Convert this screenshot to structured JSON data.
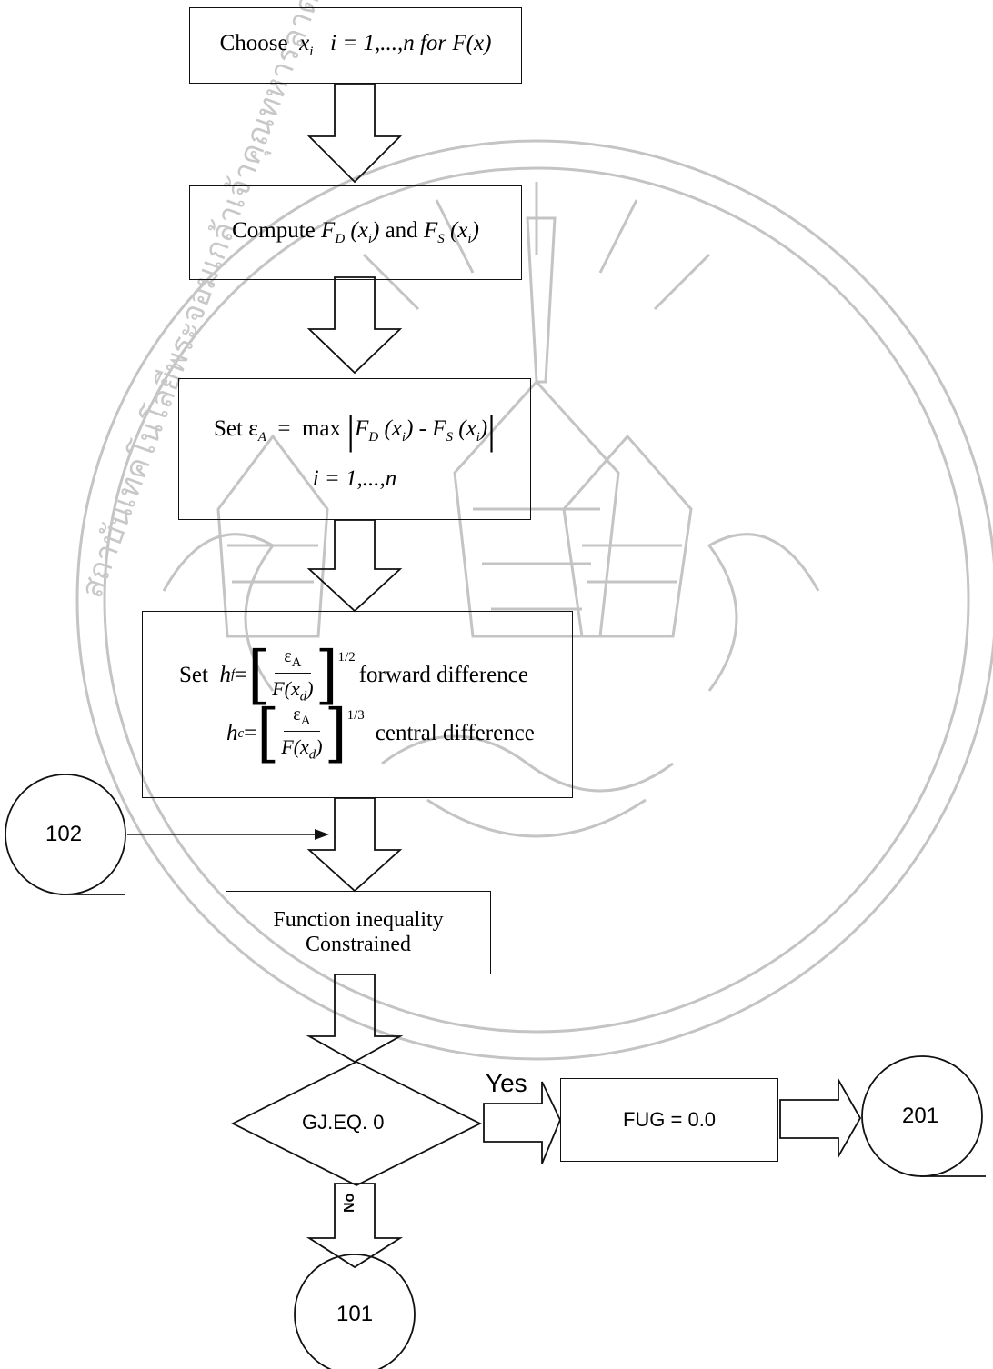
{
  "nodes": {
    "choose": {
      "prefix": "Choose",
      "var": "x",
      "sub": "i",
      "range": "i = 1,...,n for",
      "func": "F(x)"
    },
    "compute": {
      "prefix": "Compute",
      "fd": "F",
      "fd_sub": "D",
      "fd_arg": "(x",
      "fd_arg_sub": "i",
      "close": ")",
      "and": "and",
      "fs": "F",
      "fs_sub": "S"
    },
    "set_eps": {
      "prefix": "Set",
      "eps": "ε",
      "eps_sub": "A",
      "eq": "=",
      "max": "max",
      "diff_left": "F",
      "diff_left_sub": "D",
      "minus": "-",
      "diff_right": "F",
      "diff_right_sub": "S",
      "arg": "(x",
      "arg_sub": "i",
      "range": "i = 1,...,n"
    },
    "set_h": {
      "prefix": "Set",
      "hf": "h",
      "hf_sub": "f",
      "hc": "h",
      "hc_sub": "c",
      "num": "ε",
      "num_sub": "A",
      "den": "F(x",
      "den_sub": "d",
      "den_close": ")",
      "exp_f": "1/2",
      "exp_c": "1/3",
      "label_f": "forward difference",
      "label_c": "central difference"
    },
    "function": {
      "line1": "Function inequality",
      "line2": "Constrained"
    },
    "decision": {
      "label": "GJ.EQ. 0"
    },
    "fug": {
      "label": "FUG = 0.0"
    }
  },
  "connectors": {
    "c102": "102",
    "c201": "201",
    "c101": "101"
  },
  "edges": {
    "yes": "Yes",
    "no": "No"
  },
  "colors": {
    "line": "#111111",
    "watermark": "#bdbdbd"
  }
}
